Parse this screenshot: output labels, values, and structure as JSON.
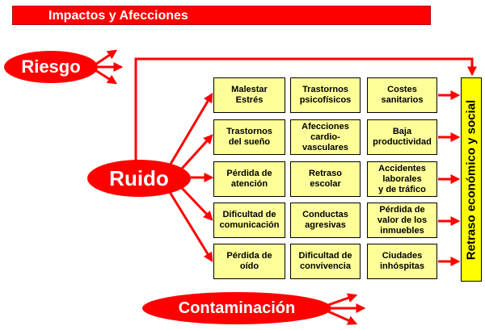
{
  "title": "Impactos y Afecciones",
  "sources": {
    "riesgo": "Riesgo",
    "ruido": "Ruido",
    "contaminacion": "Contaminación"
  },
  "grid": {
    "col1": [
      "Malestar\nEstrés",
      "Trastornos\ndel sueño",
      "Pérdida de\natención",
      "Dificultad de\ncomunicación",
      "Pérdida de\noído"
    ],
    "col2": [
      "Trastornos\npsicofísicos",
      "Afecciones\ncardio-\nvasculares",
      "Retraso\nescolar",
      "Conductas\nagresivas",
      "Dificultad de\nconvivencia"
    ],
    "col3": [
      "Costes\nsanitarios",
      "Baja\nproductividad",
      "Accidentes\nlaborales\ny de tráfico",
      "Pérdida de\nvalor de los\ninmuebles",
      "Ciudades\ninhóspitas"
    ]
  },
  "outcome": "Retraso económico y social",
  "colors": {
    "primary_red": "#ff0000",
    "cell_fill": "#ffff99",
    "bar_fill": "#ffff00"
  }
}
